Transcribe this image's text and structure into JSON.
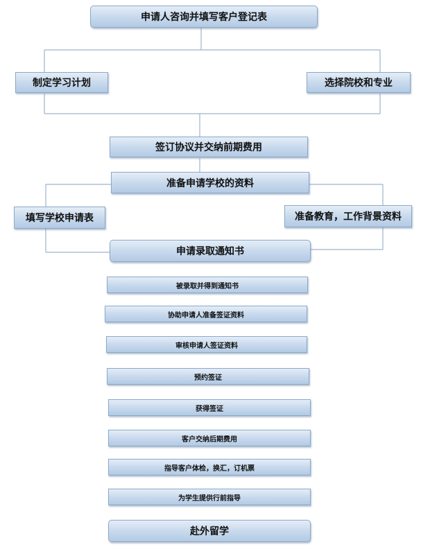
{
  "steps": {
    "s1": "申请人咨询并填写客户登记表",
    "s2a": "制定学习计划",
    "s2b": "选择院校和专业",
    "s3": "签订协议并交纳前期费用",
    "s4": "准备申请学校的资料",
    "s5a": "填写学校申请表",
    "s5b": "准备教育，工作背景资料",
    "s6": "申请录取通知书",
    "s7": "被录取并得到通知书",
    "s8": "协助申请人准备签证资料",
    "s9": "审核申请人签证资料",
    "s10": "预约签证",
    "s11": "获得签证",
    "s12": "客户交纳后期费用",
    "s13": "指导客户体检，换汇，订机票",
    "s14": "为学生提供行前指导",
    "s15": "赴外留学"
  }
}
